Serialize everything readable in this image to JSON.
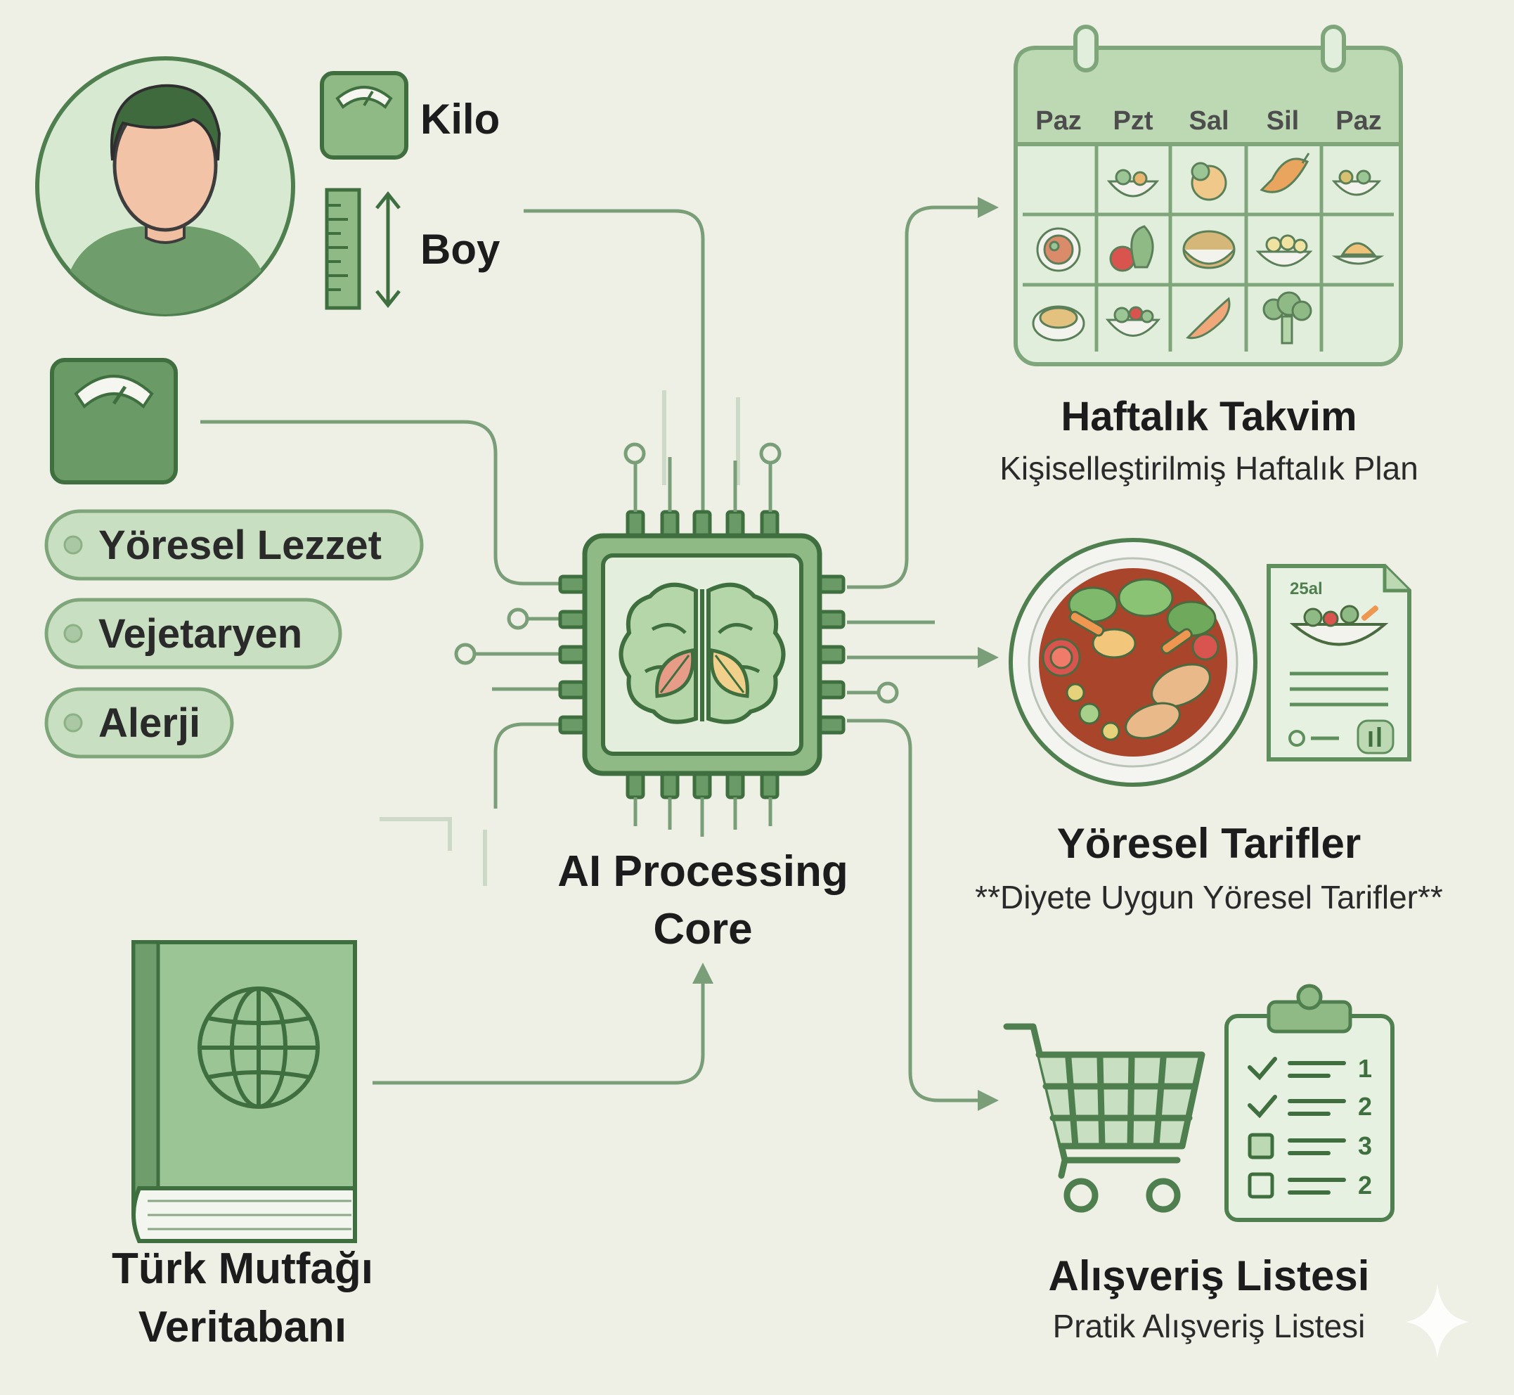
{
  "inputs": {
    "weight_label": "Kilo",
    "height_label": "Boy",
    "preferences": [
      "Yöresel Lezzet",
      "Vejetaryen",
      "Alerji"
    ],
    "database_title_line1": "Türk Mutfağı",
    "database_title_line2": "Veritabanı"
  },
  "core": {
    "title_line1": "AI Processing",
    "title_line2": "Core"
  },
  "outputs": {
    "calendar": {
      "days": [
        "Paz",
        "Pzt",
        "Sal",
        "Sil",
        "Paz"
      ],
      "title": "Haftalık Takvim",
      "subtitle": "Kişiselleştirilmiş Haftalık Plan"
    },
    "recipes": {
      "card_label": "25al",
      "title": "Yöresel Tarifler",
      "subtitle": "**Diyete Uygun Yöresel Tarifler**"
    },
    "shopping": {
      "checklist_numbers": [
        "1",
        "2",
        "3",
        "2"
      ],
      "title": "Alışveriş Listesi",
      "subtitle": "Pratik Alışveriş Listesi"
    }
  },
  "colors": {
    "background": "#eef0e6",
    "primary_green": "#4f7f4f",
    "light_green": "#bcd9b4",
    "pale_green": "#e3efdc",
    "text_dark": "#1c1c1c"
  }
}
